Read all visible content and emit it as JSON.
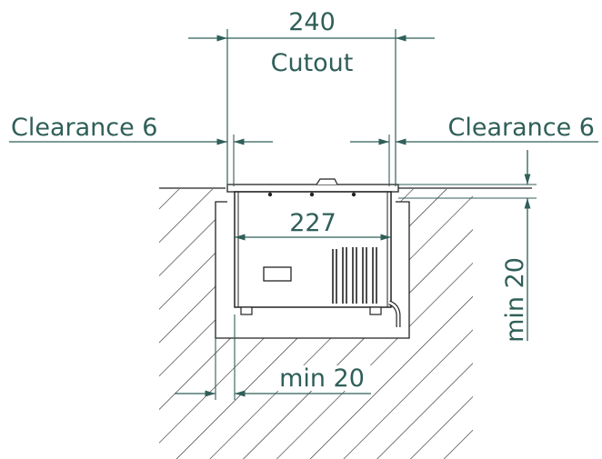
{
  "dimensions": {
    "cutout_value": "240",
    "cutout_label": "Cutout",
    "clearance_left": "Clearance 6",
    "clearance_right": "Clearance 6",
    "unit_width": "227",
    "min_bottom_gap": "min 20",
    "min_side_gap": "min 20"
  },
  "colors": {
    "dimension": "#2f5f58",
    "outline": "#222222",
    "hatch": "#222222"
  }
}
